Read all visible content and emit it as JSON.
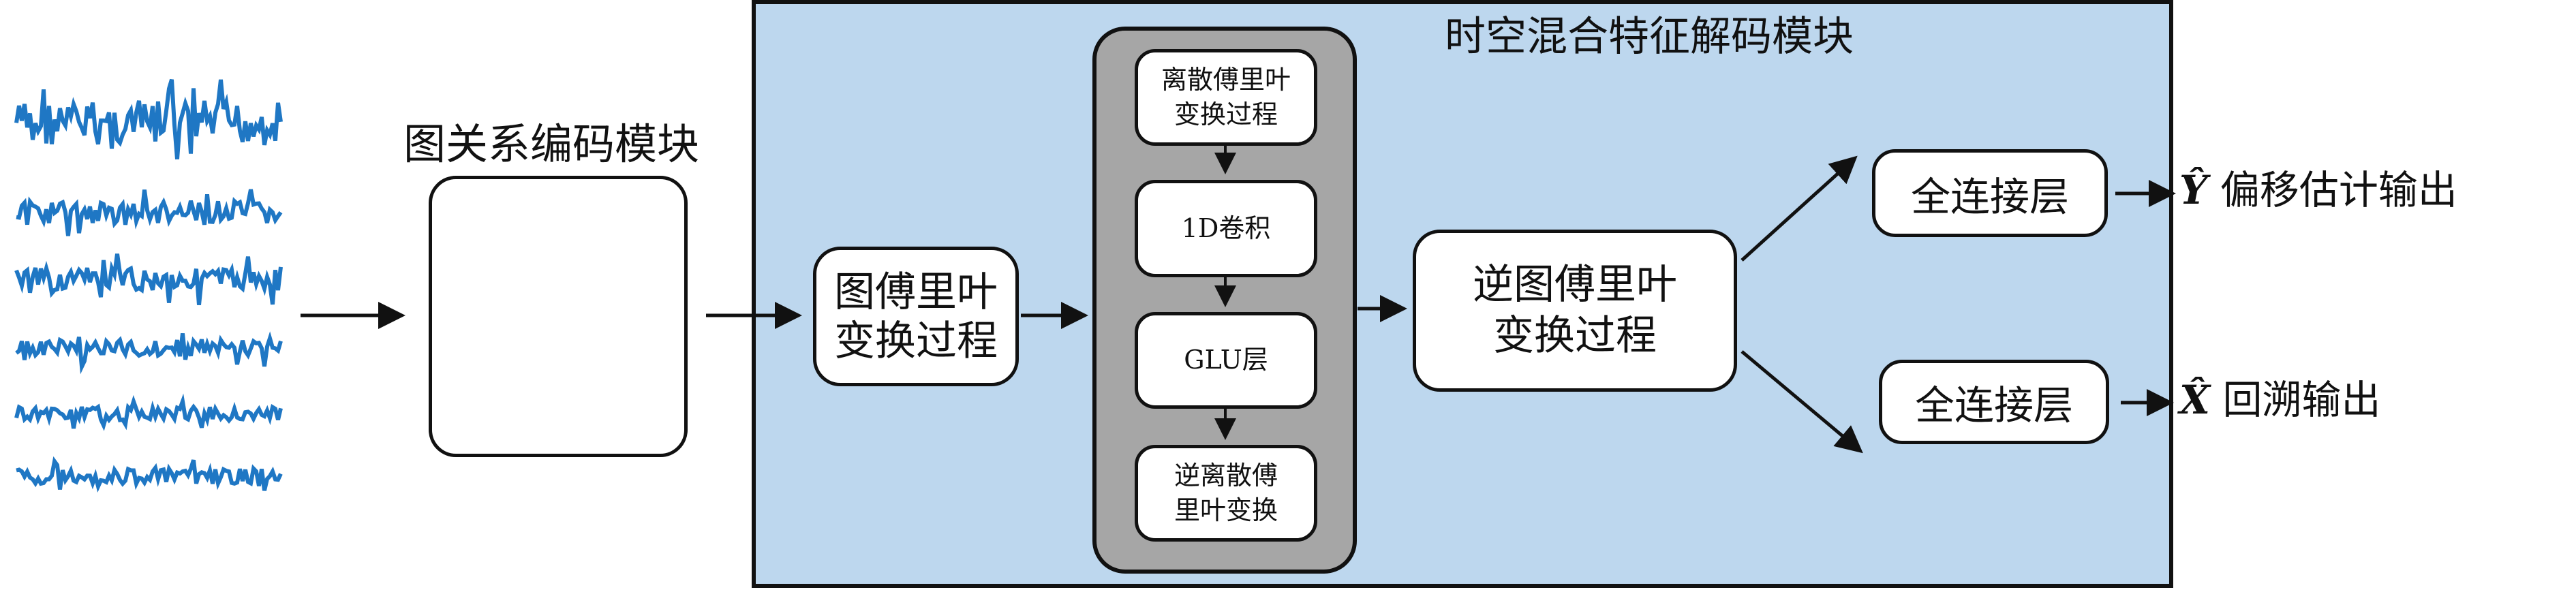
{
  "colors": {
    "panel_bg": "#bdd7ee",
    "gray_panel": "#a6a6a6",
    "wave": "#1f77c4",
    "node": "#5b9bd5"
  },
  "graph_module": {
    "title": "图关系编码模块"
  },
  "decoder_module": {
    "title": "时空混合特征解码模块"
  },
  "gft_box": {
    "label_line1": "图傅里叶",
    "label_line2": "变换过程"
  },
  "inner_steps": [
    {
      "line1": "离散傅里叶",
      "line2": "变换过程"
    },
    {
      "line1": "1D卷积",
      "line2": ""
    },
    {
      "line1": "GLU层",
      "line2": ""
    },
    {
      "line1": "逆离散傅",
      "line2": "里叶变换"
    }
  ],
  "igft_box": {
    "label_line1": "逆图傅里叶",
    "label_line2": "变换过程"
  },
  "fc_top": {
    "label": "全连接层"
  },
  "fc_bottom": {
    "label": "全连接层"
  },
  "outputs": [
    {
      "symbol": "Ŷ",
      "label": "偏移估计输出"
    },
    {
      "symbol": "X̂",
      "label": "回溯输出"
    }
  ],
  "input_series_count": 6
}
